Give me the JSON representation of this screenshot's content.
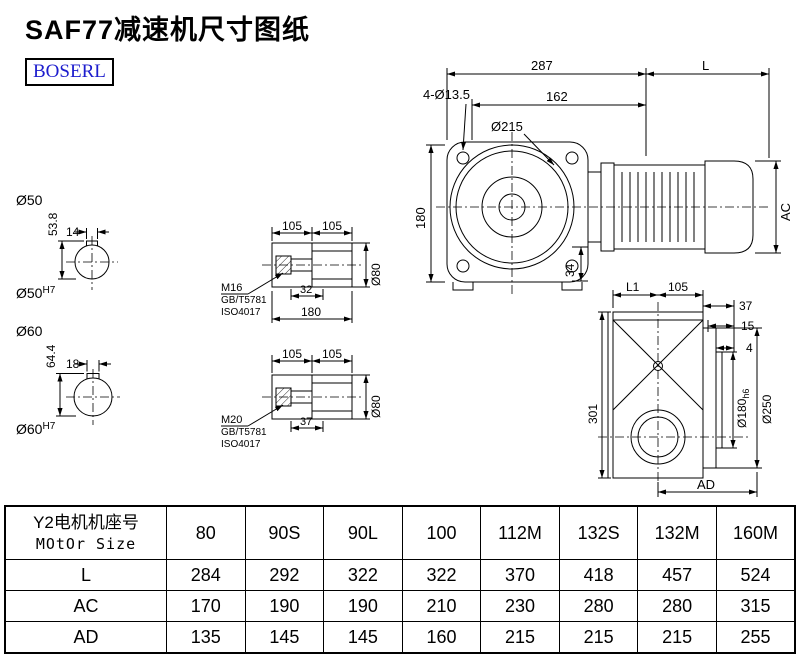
{
  "page": {
    "title": "SAF77减速机尺寸图纸",
    "logo": "BOSERL"
  },
  "shaft50": {
    "dia": "Ø50",
    "key_width": "14",
    "height": "53.8",
    "bore": "Ø50",
    "bore_tol": "H7"
  },
  "shaft60": {
    "dia": "Ø60",
    "key_width": "18",
    "height": "64.4",
    "bore": "Ø60",
    "bore_tol": "H7"
  },
  "hollow1": {
    "d105a": "105",
    "d105b": "105",
    "thread": "M16",
    "std1": "GB/T5781",
    "std2": "ISO4017",
    "d32": "32",
    "d180": "180",
    "dia": "Ø80"
  },
  "hollow2": {
    "d105a": "105",
    "d105b": "105",
    "thread": "M20",
    "std1": "GB/T5781",
    "std2": "ISO4017",
    "d37": "37",
    "dia": "Ø80"
  },
  "front": {
    "d287": "287",
    "dL": "L",
    "holes": "4-Ø13.5",
    "d162": "162",
    "dia215": "Ø215",
    "d180": "180",
    "d34": "34",
    "dAC": "AC"
  },
  "side": {
    "dL1": "L1",
    "d105": "105",
    "d37": "37",
    "d15": "15",
    "d4": "4",
    "d301": "301",
    "dia180": "Ø180",
    "dia180_tol": "h6",
    "dia250": "Ø250",
    "dAD": "AD"
  },
  "table": {
    "row_header_line1": "Y2电机机座号",
    "row_header_line2": "MOtOr Size",
    "sizes": [
      "80",
      "90S",
      "90L",
      "100",
      "112M",
      "132S",
      "132M",
      "160M"
    ],
    "rows": [
      {
        "label": "L",
        "values": [
          "284",
          "292",
          "322",
          "322",
          "370",
          "418",
          "457",
          "524"
        ]
      },
      {
        "label": "AC",
        "values": [
          "170",
          "190",
          "190",
          "210",
          "230",
          "280",
          "280",
          "315"
        ]
      },
      {
        "label": "AD",
        "values": [
          "135",
          "145",
          "145",
          "160",
          "215",
          "215",
          "215",
          "255"
        ]
      }
    ]
  },
  "colors": {
    "line": "#000000",
    "logo_text": "#1c1ccd"
  }
}
